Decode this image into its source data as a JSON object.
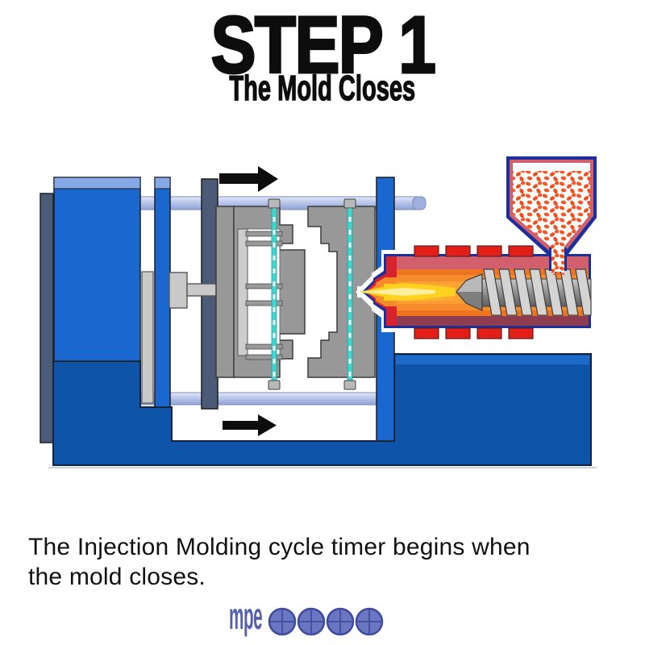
{
  "header": {
    "step_title": "STEP 1",
    "step_subtitle": "The Mold Closes"
  },
  "caption": {
    "text": "The Injection Molding cycle timer begins when the mold closes."
  },
  "logo": {
    "text": "mpe",
    "sphere_count": 4
  },
  "diagram": {
    "subject": "injection-molding-machine-cross-section",
    "arrows": [
      "mold-closing-direction-top",
      "mold-closing-direction-bottom"
    ],
    "colors": {
      "machine_blue": "#1a68cf",
      "machine_blue_light_cap": "#85a9e6",
      "base_dark_blue": "#0e55a9",
      "base_top_strip": "#1d6ac9",
      "slate_gray_bar": "#4a5a77",
      "tie_bar_light_blue": "#b9c6ea",
      "mold_gray": "#989898",
      "mold_light_gray": "#cdcdcd",
      "cooling_line_teal": "#3fd6cf",
      "heater_band_red": "#e31e17",
      "barrel_pink": "#d2606c",
      "barrel_maroon": "#8e3c50",
      "melt_orange": "#f68b2c",
      "melt_yellow": "#ffd21f",
      "pellet_orange": "#f1592a",
      "hot_outline_navy": "#1c2f9c",
      "logo_blue": "#5560ae",
      "arrow_black": "#0d0d0d"
    }
  }
}
